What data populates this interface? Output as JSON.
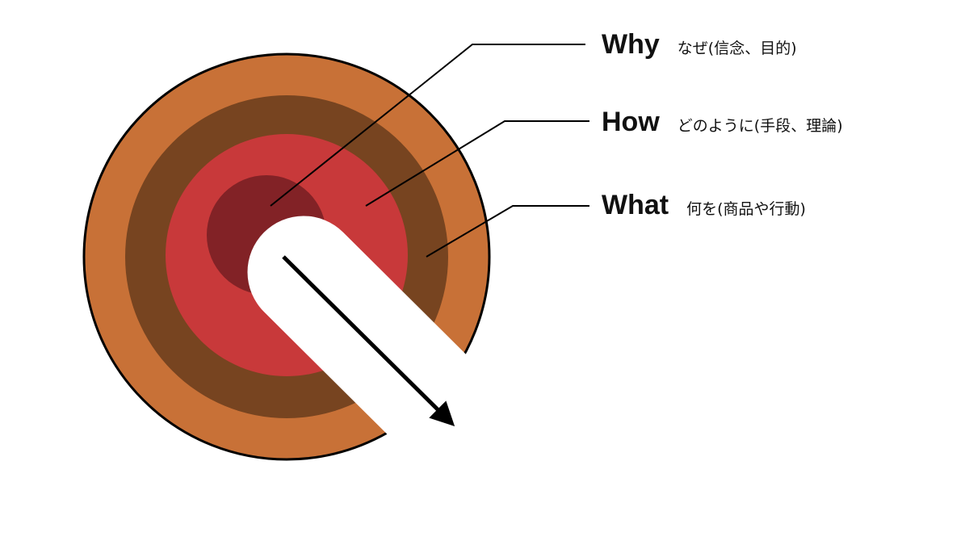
{
  "colors": {
    "what_ring": "#C87137",
    "how_ring": "#774420",
    "why_ring": "#C8393A",
    "core": "#822226",
    "pill": "#FFFFFF",
    "outline": "#000000"
  },
  "labels": [
    {
      "en": "Why",
      "jp": "なぜ(信念、目的)"
    },
    {
      "en": "How",
      "jp": "どのように(手段、理論)"
    },
    {
      "en": "What",
      "jp": "何を(商品や行動)"
    }
  ]
}
